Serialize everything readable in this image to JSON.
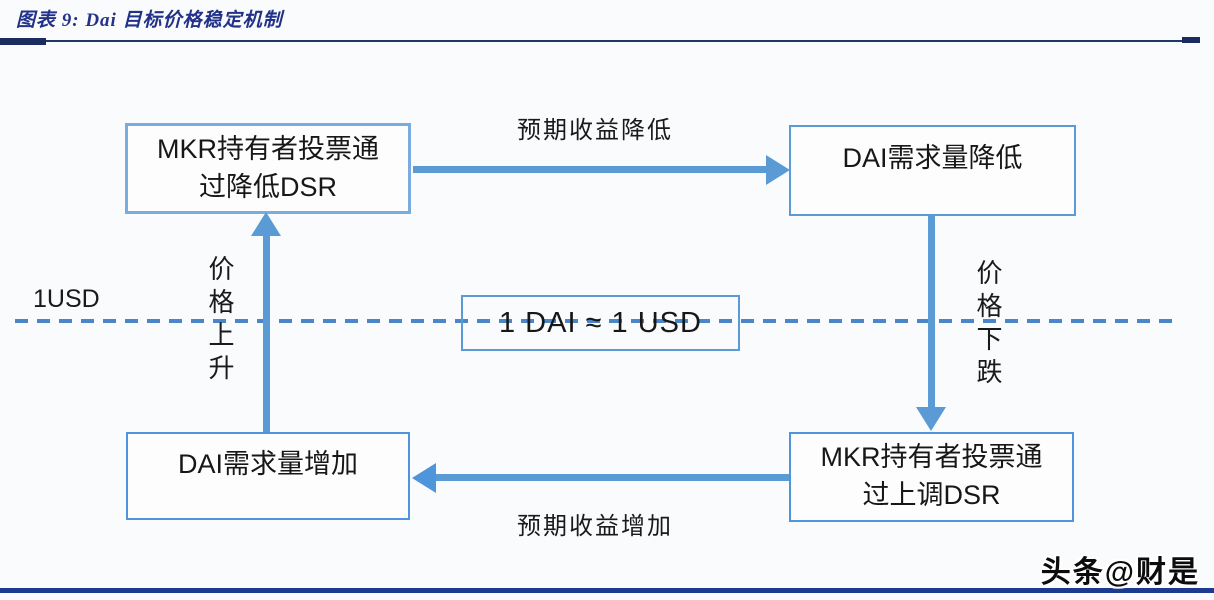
{
  "figure": {
    "title": "图表 9: Dai 目标价格稳定机制"
  },
  "diagram": {
    "boxes": {
      "top_left": "MKR持有者投票通过降低DSR",
      "top_right": "DAI需求量降低",
      "bottom_left": "DAI需求量增加",
      "bottom_right": "MKR持有者投票通过上调DSR",
      "center": "1 DAI ≈ 1 USD"
    },
    "arrow_labels": {
      "top": "预期收益降低",
      "bottom": "预期收益增加",
      "left_vertical": "价格上升",
      "right_vertical": "价格下跌"
    },
    "baseline_label": "1USD"
  },
  "watermark": "头条@财是",
  "colors": {
    "arrow_blue": "#5b9bd5",
    "box_border_light_blue": "#79addf",
    "box_border_bright_blue": "#4e95dc",
    "dashed_line_blue": "#4a86c8",
    "header_rule_navy": "#203864",
    "bottom_rule_navy": "#1b3a90",
    "title_blue": "#233289",
    "text_black": "#1a1a1a"
  }
}
